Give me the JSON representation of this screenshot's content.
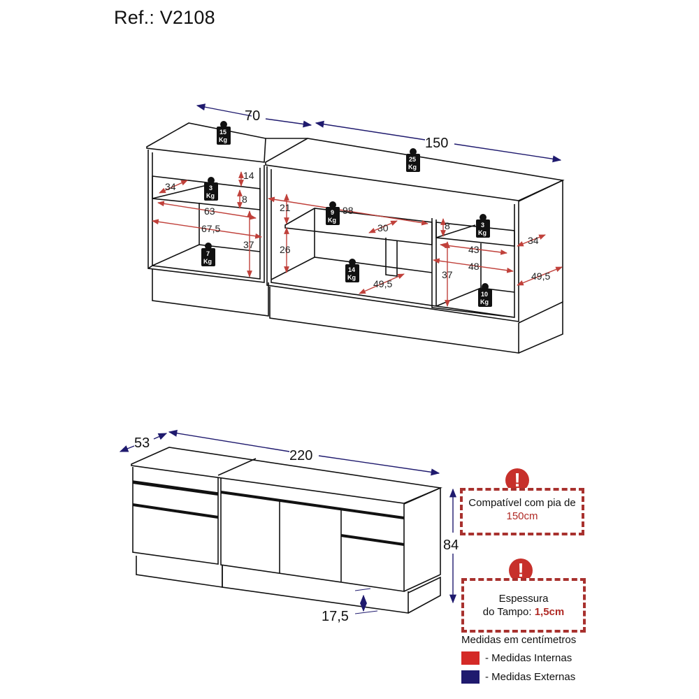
{
  "header": {
    "reference": "Ref.: V2108"
  },
  "top_view": {
    "external_dims": {
      "left_width": "70",
      "right_width": "150"
    },
    "left_module": {
      "top_load": {
        "value": "15",
        "unit": "Kg"
      },
      "drawer_load": {
        "value": "3",
        "unit": "Kg"
      },
      "bottom_load": {
        "value": "7",
        "unit": "Kg"
      },
      "dims": {
        "top_gap": "14",
        "drawer_depth": "34",
        "drawer_height": "8",
        "drawer_width": "63",
        "inner_width": "67,5",
        "bottom_height": "37"
      }
    },
    "right_module": {
      "top_load": {
        "value": "25",
        "unit": "Kg"
      },
      "shelf_load": {
        "value": "9",
        "unit": "Kg"
      },
      "bottom_load": {
        "value": "14",
        "unit": "Kg"
      },
      "drawer_load": {
        "value": "3",
        "unit": "Kg"
      },
      "side_bottom_load": {
        "value": "10",
        "unit": "Kg"
      },
      "dims": {
        "top_gap": "21",
        "shelf_width": "98",
        "shelf_depth": "30",
        "lower_height": "26",
        "bottom_depth": "49,5",
        "drawer_height": "8",
        "drawer_width": "43",
        "side_width": "48",
        "side_height": "37",
        "drawer_depth": "34",
        "side_depth": "49,5"
      }
    }
  },
  "front_view": {
    "external_dims": {
      "depth": "53",
      "width": "220",
      "height": "84",
      "base_height": "17,5"
    }
  },
  "notices": [
    {
      "line1": "Compatível com pia de",
      "highlight": "150cm"
    },
    {
      "line1": "Espessura",
      "line2_prefix": "do Tampo: ",
      "highlight": "1,5cm"
    }
  ],
  "legend": {
    "title": "Medidas em centímetros",
    "items": [
      {
        "label": "- Medidas Internas",
        "color": "#d42a27"
      },
      {
        "label": "- Medidas Externas",
        "color": "#1f1a6e"
      }
    ]
  },
  "colors": {
    "internal": "#c0413b",
    "external": "#1f1a6e",
    "alert": "#c7302b"
  }
}
